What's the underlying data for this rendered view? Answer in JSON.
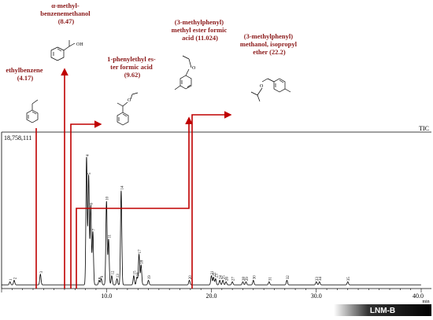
{
  "chart_data": {
    "type": "line",
    "trace_label": "TIC",
    "intensity_label": "18,758,111",
    "x_unit": "min",
    "xlim": [
      0,
      40
    ],
    "x_ticks": [
      "10.0",
      "20.0",
      "30.0",
      "40.0"
    ],
    "sample_label": "LNM-B",
    "peaks": [
      {
        "label": "1",
        "x": 0.8,
        "y": 0.02
      },
      {
        "label": "2",
        "x": 1.2,
        "y": 0.03
      },
      {
        "label": "3",
        "x": 3.7,
        "y": 0.07
      },
      {
        "label": "4",
        "x": 8.1,
        "y": 0.84
      },
      {
        "label": "5",
        "x": 8.3,
        "y": 0.72
      },
      {
        "label": "6",
        "x": 8.5,
        "y": 0.52
      },
      {
        "label": "7",
        "x": 8.7,
        "y": 0.35
      },
      {
        "label": "8",
        "x": 9.3,
        "y": 0.03
      },
      {
        "label": "9",
        "x": 9.5,
        "y": 0.04
      },
      {
        "label": "10",
        "x": 10.0,
        "y": 0.55
      },
      {
        "label": "11",
        "x": 10.2,
        "y": 0.3
      },
      {
        "label": "12",
        "x": 10.5,
        "y": 0.06
      },
      {
        "label": "13",
        "x": 11.0,
        "y": 0.04
      },
      {
        "label": "14",
        "x": 11.4,
        "y": 0.62
      },
      {
        "label": "15",
        "x": 12.6,
        "y": 0.06
      },
      {
        "label": "16",
        "x": 12.9,
        "y": 0.05
      },
      {
        "label": "17",
        "x": 13.1,
        "y": 0.2
      },
      {
        "label": "18",
        "x": 13.3,
        "y": 0.13
      },
      {
        "label": "19",
        "x": 14.0,
        "y": 0.03
      },
      {
        "label": "20",
        "x": 17.9,
        "y": 0.03
      },
      {
        "label": "21",
        "x": 20.0,
        "y": 0.06
      },
      {
        "label": "22",
        "x": 20.2,
        "y": 0.05
      },
      {
        "label": "23",
        "x": 20.4,
        "y": 0.04
      },
      {
        "label": "24",
        "x": 20.8,
        "y": 0.03
      },
      {
        "label": "25",
        "x": 21.1,
        "y": 0.03
      },
      {
        "label": "26",
        "x": 21.4,
        "y": 0.02
      },
      {
        "label": "27",
        "x": 22.0,
        "y": 0.02
      },
      {
        "label": "28",
        "x": 23.0,
        "y": 0.02
      },
      {
        "label": "29",
        "x": 23.3,
        "y": 0.02
      },
      {
        "label": "30",
        "x": 24.0,
        "y": 0.03
      },
      {
        "label": "31",
        "x": 25.5,
        "y": 0.02
      },
      {
        "label": "32",
        "x": 27.2,
        "y": 0.03
      },
      {
        "label": "33",
        "x": 30.0,
        "y": 0.02
      },
      {
        "label": "34",
        "x": 30.3,
        "y": 0.02
      },
      {
        "label": "35",
        "x": 33.0,
        "y": 0.02
      }
    ],
    "annotations": [
      {
        "key": "ethylbenzene",
        "lines": [
          "ethylbenzene",
          "(4.17)"
        ]
      },
      {
        "key": "methylbenzenemethanol",
        "lines": [
          "α-methyl-",
          "benzenemethanol",
          "(8.47)"
        ]
      },
      {
        "key": "phenylethyl_ester",
        "lines": [
          "1-phenylethyl es-",
          "ter formic acid",
          "(9.62)"
        ]
      },
      {
        "key": "methylphenyl_ester",
        "lines": [
          "(3-methylphenyl)",
          "methyl ester formic",
          "acid (11.024)"
        ]
      },
      {
        "key": "methylphenyl_ether",
        "lines": [
          "(3-methylphenyl)",
          "methanol, isopropyl",
          "ether (22.2)"
        ]
      }
    ],
    "structure_labels": {
      "hydroxyl": "OH",
      "oxygen": "O"
    },
    "colors": {
      "annotation": "#8b1a1a",
      "arrow": "#c00000",
      "trace": "#000000"
    }
  }
}
